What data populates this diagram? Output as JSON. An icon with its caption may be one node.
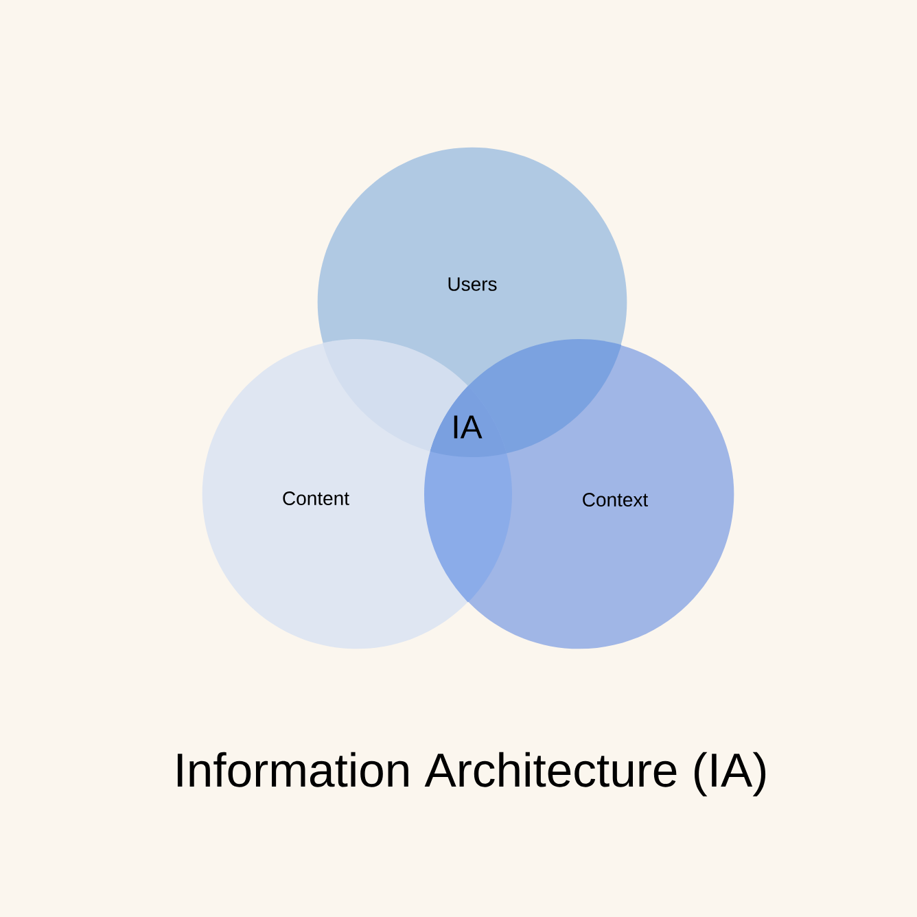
{
  "diagram": {
    "title": "Information Architecture (IA)",
    "nodes": [
      {
        "text": [
          "Users"
        ]
      },
      {
        "text": [
          "Content"
        ]
      },
      {
        "text": [
          "Context"
        ]
      }
    ],
    "labels": [
      "IA"
    ]
  }
}
